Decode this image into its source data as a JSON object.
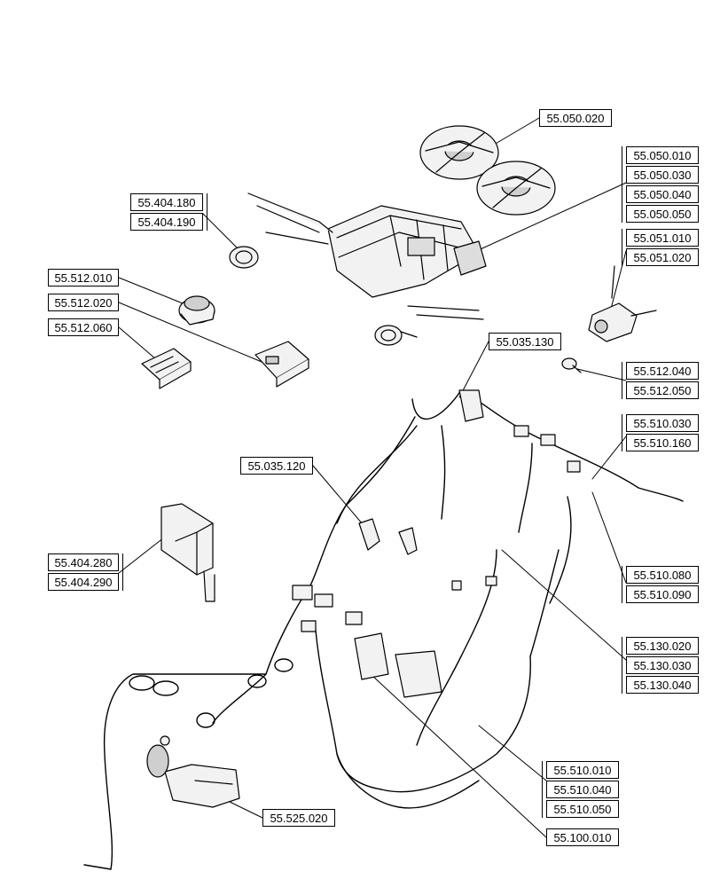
{
  "callouts": {
    "c_050_020": "55.050.020",
    "c_050_group": [
      "55.050.010",
      "55.050.030",
      "55.050.040",
      "55.050.050"
    ],
    "c_404_18x": [
      "55.404.180",
      "55.404.190"
    ],
    "c_051": [
      "55.051.010",
      "55.051.020"
    ],
    "c_512_010": "55.512.010",
    "c_512_020": "55.512.020",
    "c_512_060": "55.512.060",
    "c_035_130": "55.035.130",
    "c_512_04x": [
      "55.512.040",
      "55.512.050"
    ],
    "c_510_0x": [
      "55.510.030",
      "55.510.160"
    ],
    "c_035_120": "55.035.120",
    "c_404_28x": [
      "55.404.280",
      "55.404.290"
    ],
    "c_510_08x": [
      "55.510.080",
      "55.510.090"
    ],
    "c_130": [
      "55.130.020",
      "55.130.030",
      "55.130.040"
    ],
    "c_510_01x": [
      "55.510.010",
      "55.510.040",
      "55.510.050"
    ],
    "c_525_020": "55.525.020",
    "c_100_010": "55.100.010"
  },
  "colors": {
    "line": "#000000",
    "background": "#ffffff",
    "part_fill": "#f2f2f2",
    "part_shade": "#cfcfcf"
  }
}
